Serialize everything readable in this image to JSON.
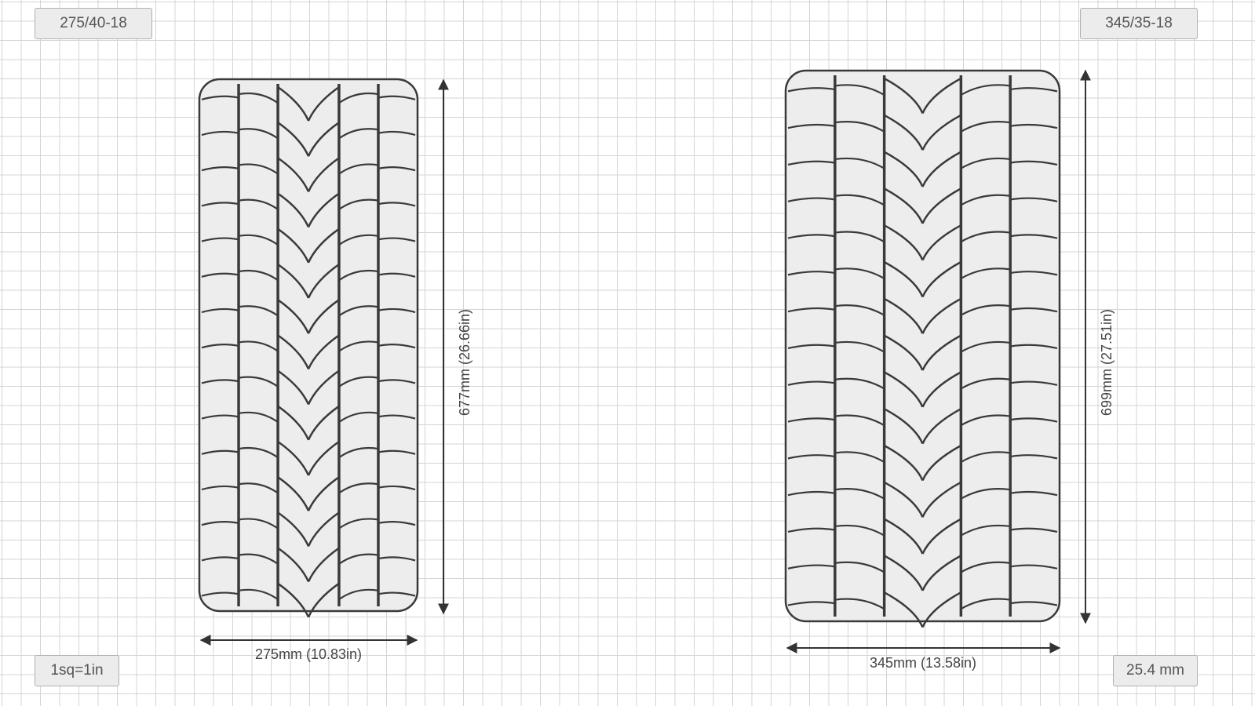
{
  "tires": {
    "left": {
      "size": "275/40-18",
      "width_label": "275mm (10.83in)",
      "height_label": "677mm (26.66in)"
    },
    "right": {
      "size": "345/35-18",
      "width_label": "345mm (13.58in)",
      "height_label": "699mm (27.51in)"
    }
  },
  "legend": {
    "scale": "1sq=1in",
    "unit": "25.4 mm"
  },
  "colors": {
    "grid": "#d4d4d4",
    "tire_fill": "#ededed",
    "tread": "#3a3a3a"
  }
}
